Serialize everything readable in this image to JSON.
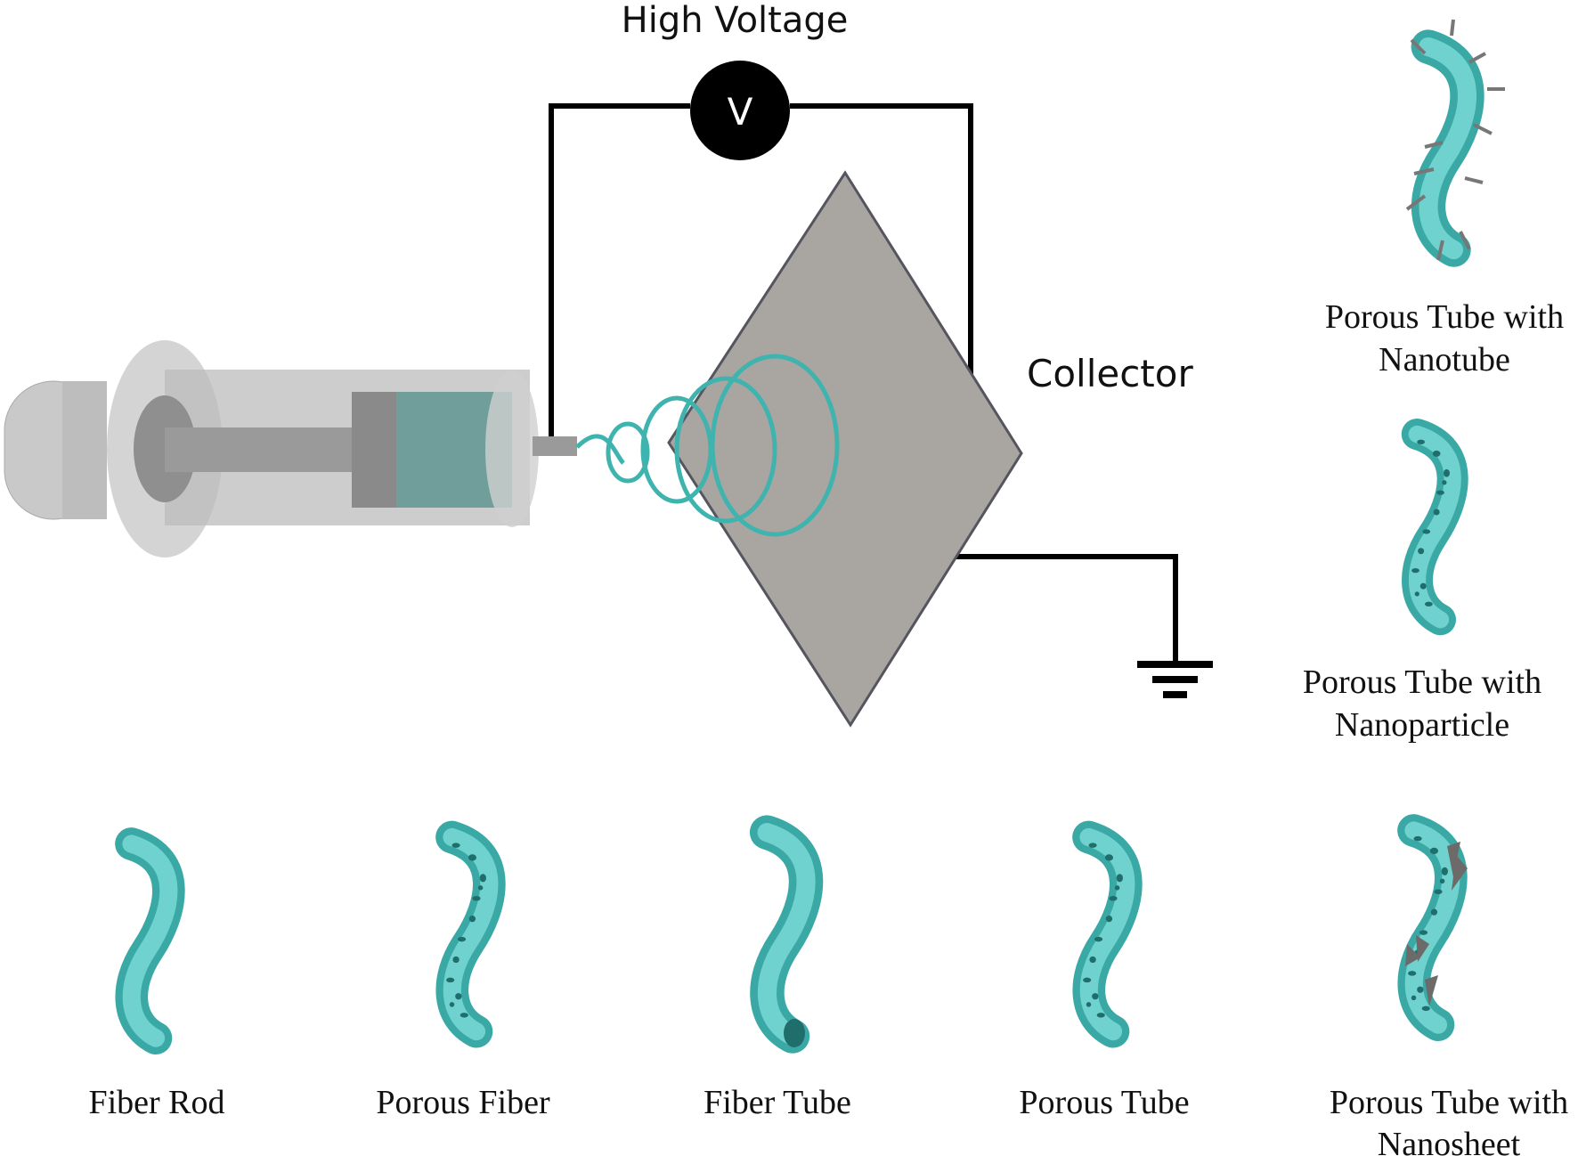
{
  "labels": {
    "high_voltage": "High Voltage",
    "voltmeter": "V",
    "collector": "Collector"
  },
  "structures": {
    "fiber_rod": "Fiber Rod",
    "porous_fiber": "Porous Fiber",
    "fiber_tube": "Fiber Tube",
    "porous_tube": "Porous Tube",
    "nanotube": [
      "Porous Tube with",
      "Nanotube"
    ],
    "nanoparticle": [
      "Porous Tube with",
      "Nanoparticle"
    ],
    "nanosheet": [
      "Porous Tube with",
      "Nanosheet"
    ]
  },
  "colors": {
    "fiber": "#5cc8c4",
    "fiber_dark": "#2f9c98",
    "collector": "#a9a5a1",
    "wire": "#000000"
  }
}
